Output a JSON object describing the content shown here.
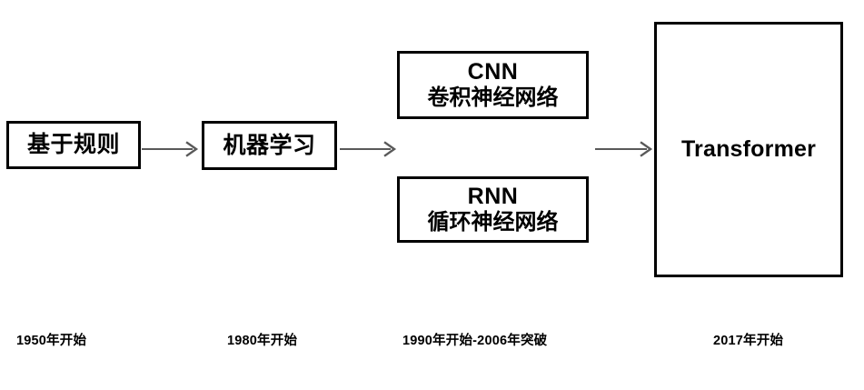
{
  "diagram": {
    "background_color": "#ffffff",
    "box_border_color": "#000000",
    "arrow_color": "#595959",
    "text_color": "#000000",
    "nodes": [
      {
        "id": "rule-based",
        "lines": [
          "基于规则"
        ],
        "era": "1950年开始"
      },
      {
        "id": "machine-learning",
        "lines": [
          "机器学习"
        ],
        "era": "1980年开始"
      },
      {
        "id": "cnn",
        "lines": [
          "CNN",
          "卷积神经网络"
        ],
        "era": "1990年开始-2006年突破"
      },
      {
        "id": "rnn",
        "lines": [
          "RNN",
          "循环神经网络"
        ],
        "era": "1990年开始-2006年突破"
      },
      {
        "id": "transformer",
        "lines": [
          "Transformer"
        ],
        "era": "2017年开始"
      }
    ],
    "arrows": [
      {
        "id": "arrow-rule-to-ml",
        "from": "rule-based",
        "to": "machine-learning"
      },
      {
        "id": "arrow-ml-to-branch",
        "from": "machine-learning",
        "to": "cnn-rnn-branch"
      },
      {
        "id": "arrow-branch-to-transformer",
        "from": "cnn-rnn-branch",
        "to": "transformer"
      }
    ],
    "era_labels": [
      "1950年开始",
      "1980年开始",
      "1990年开始-2006年突破",
      "2017年开始"
    ]
  }
}
